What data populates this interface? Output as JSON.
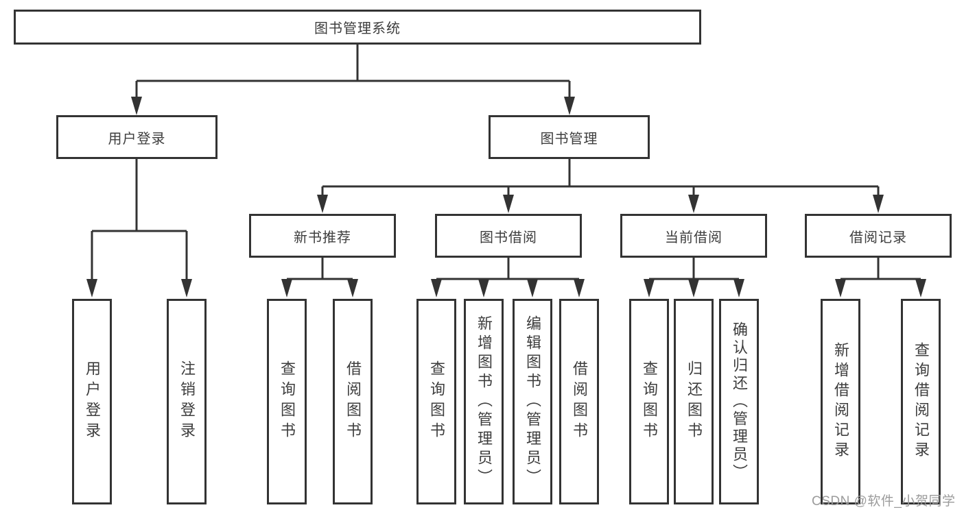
{
  "tree": {
    "label": "图书管理系统",
    "children": [
      {
        "label": "用户登录",
        "children": [
          {
            "label": "用户登录"
          },
          {
            "label": "注销登录"
          }
        ]
      },
      {
        "label": "图书管理",
        "children": [
          {
            "label": "新书推荐",
            "children": [
              {
                "label": "查询图书"
              },
              {
                "label": "借阅图书"
              }
            ]
          },
          {
            "label": "图书借阅",
            "children": [
              {
                "label": "查询图书"
              },
              {
                "label": "新增图书（管理员）"
              },
              {
                "label": "编辑图书（管理员）"
              },
              {
                "label": "借阅图书"
              }
            ]
          },
          {
            "label": "当前借阅",
            "children": [
              {
                "label": "查询图书"
              },
              {
                "label": "归还图书"
              },
              {
                "label": "确认归还（管理员）"
              }
            ]
          },
          {
            "label": "借阅记录",
            "children": [
              {
                "label": "新增借阅记录"
              },
              {
                "label": "查询借阅记录"
              }
            ]
          }
        ]
      }
    ]
  },
  "watermark": {
    "text": "CSDN @软件_小贺同学",
    "color": "#9b9b9b"
  },
  "colors": {
    "line": "#333333",
    "border": "#333333",
    "text": "#3d3d3d",
    "background": "#ffffff"
  }
}
